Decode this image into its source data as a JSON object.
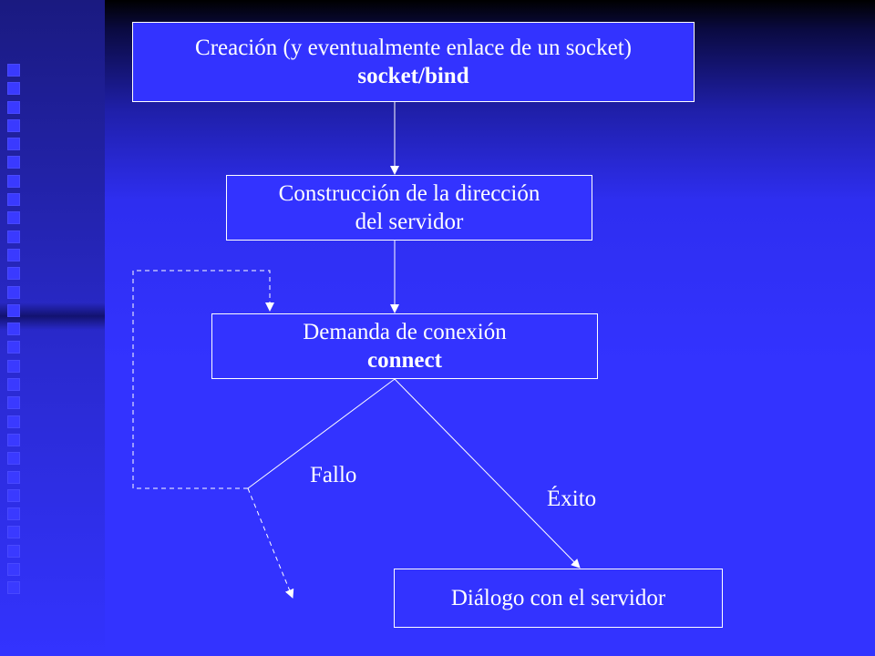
{
  "nodes": {
    "create": {
      "line1": "Creación (y eventualmente enlace de un socket)",
      "line2": "socket/bind"
    },
    "address": {
      "line1": "Construcción de la dirección",
      "line2": "del servidor"
    },
    "connect": {
      "line1": "Demanda de conexión",
      "line2": "connect"
    },
    "dialog": {
      "line1": "Diálogo con el servidor"
    }
  },
  "edges": {
    "fail": "Fallo",
    "success": "Éxito"
  },
  "colors": {
    "background": "#3333ff",
    "stroke": "#ffffff"
  }
}
